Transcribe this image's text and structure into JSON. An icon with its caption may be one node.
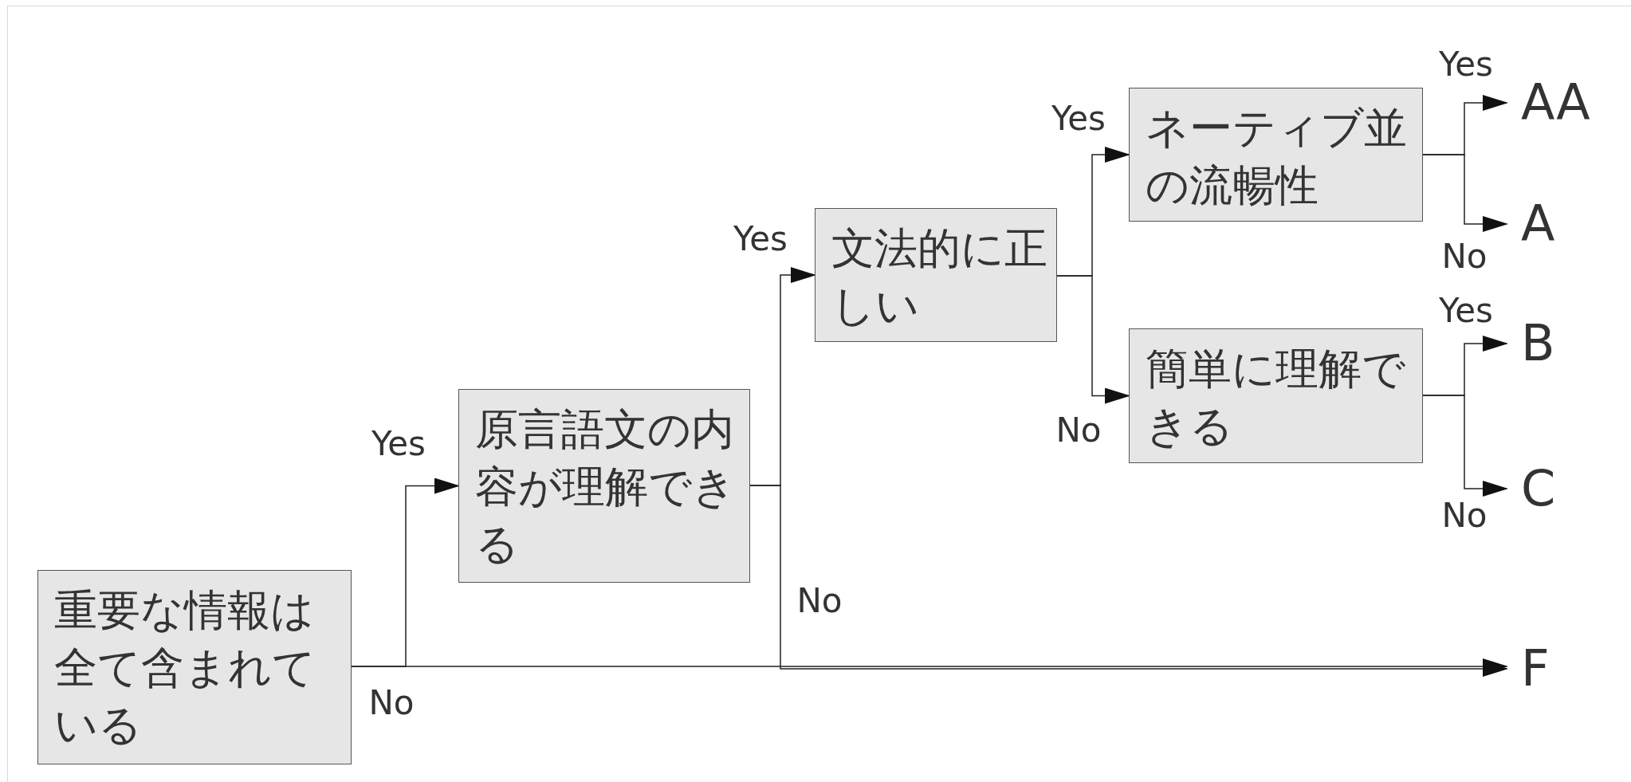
{
  "diagram": {
    "nodes": [
      {
        "text": [
          "重要な情報は全て含まれている"
        ]
      },
      {
        "text": [
          "原言語文の内容が理解できる"
        ]
      },
      {
        "text": [
          "文法的に正しい"
        ]
      },
      {
        "text": [
          "ネーティブ並の流暢性"
        ]
      },
      {
        "text": [
          "簡単に理解できる"
        ]
      },
      {
        "text": [
          "AA"
        ]
      },
      {
        "text": [
          "A"
        ]
      },
      {
        "text": [
          "B"
        ]
      },
      {
        "text": [
          "C"
        ]
      },
      {
        "text": [
          "F"
        ]
      }
    ],
    "edges": [
      {
        "from": 0,
        "to": 1,
        "arrow": "to",
        "label": "Yes"
      },
      {
        "from": 0,
        "to": 9,
        "arrow": "to",
        "label": "No"
      },
      {
        "from": 1,
        "to": 2,
        "arrow": "to",
        "label": "Yes"
      },
      {
        "from": 1,
        "to": 9,
        "arrow": "to",
        "label": "No"
      },
      {
        "from": 2,
        "to": 3,
        "arrow": "to",
        "label": "Yes"
      },
      {
        "from": 2,
        "to": 4,
        "arrow": "to",
        "label": "No"
      },
      {
        "from": 3,
        "to": 5,
        "arrow": "to",
        "label": "Yes"
      },
      {
        "from": 3,
        "to": 6,
        "arrow": "to",
        "label": "No"
      },
      {
        "from": 4,
        "to": 7,
        "arrow": "to",
        "label": "Yes"
      },
      {
        "from": 4,
        "to": 8,
        "arrow": "to",
        "label": "No"
      }
    ]
  }
}
